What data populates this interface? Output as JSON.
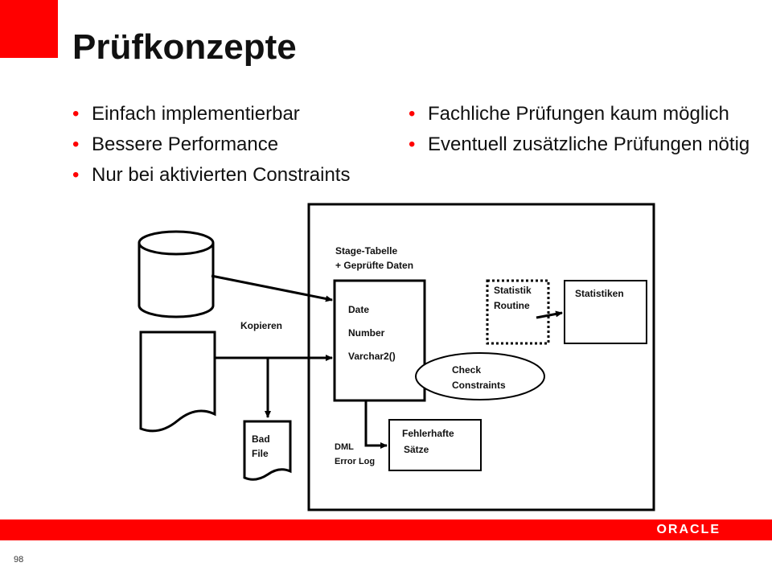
{
  "slide": {
    "title": "Prüfkonzepte",
    "bullets_left": [
      "Einfach implementierbar",
      "Bessere Performance",
      "Nur bei aktivierten Constraints"
    ],
    "bullets_right": [
      "Fachliche Prüfungen kaum möglich",
      "Eventuell zusätzliche Prüfungen nötig"
    ],
    "page_number": "98",
    "logo_text": "ORACLE",
    "colors": {
      "accent": "#ff0000",
      "text": "#111111"
    }
  },
  "diagram": {
    "stage_label_1": "Stage-Tabelle",
    "stage_label_2": "+ Geprüfte Daten",
    "columns": [
      "Date",
      "Number",
      "Varchar2()"
    ],
    "copy_label": "Kopieren",
    "bad_file_1": "Bad",
    "bad_file_2": "File",
    "stat_routine_1": "Statistik",
    "stat_routine_2": "Routine",
    "statistics": "Statistiken",
    "check_1": "Check",
    "check_2": "Constraints",
    "faulty_1": "Fehlerhafte",
    "faulty_2": "Sätze",
    "dml_1": "DML",
    "dml_2": "Error Log"
  }
}
